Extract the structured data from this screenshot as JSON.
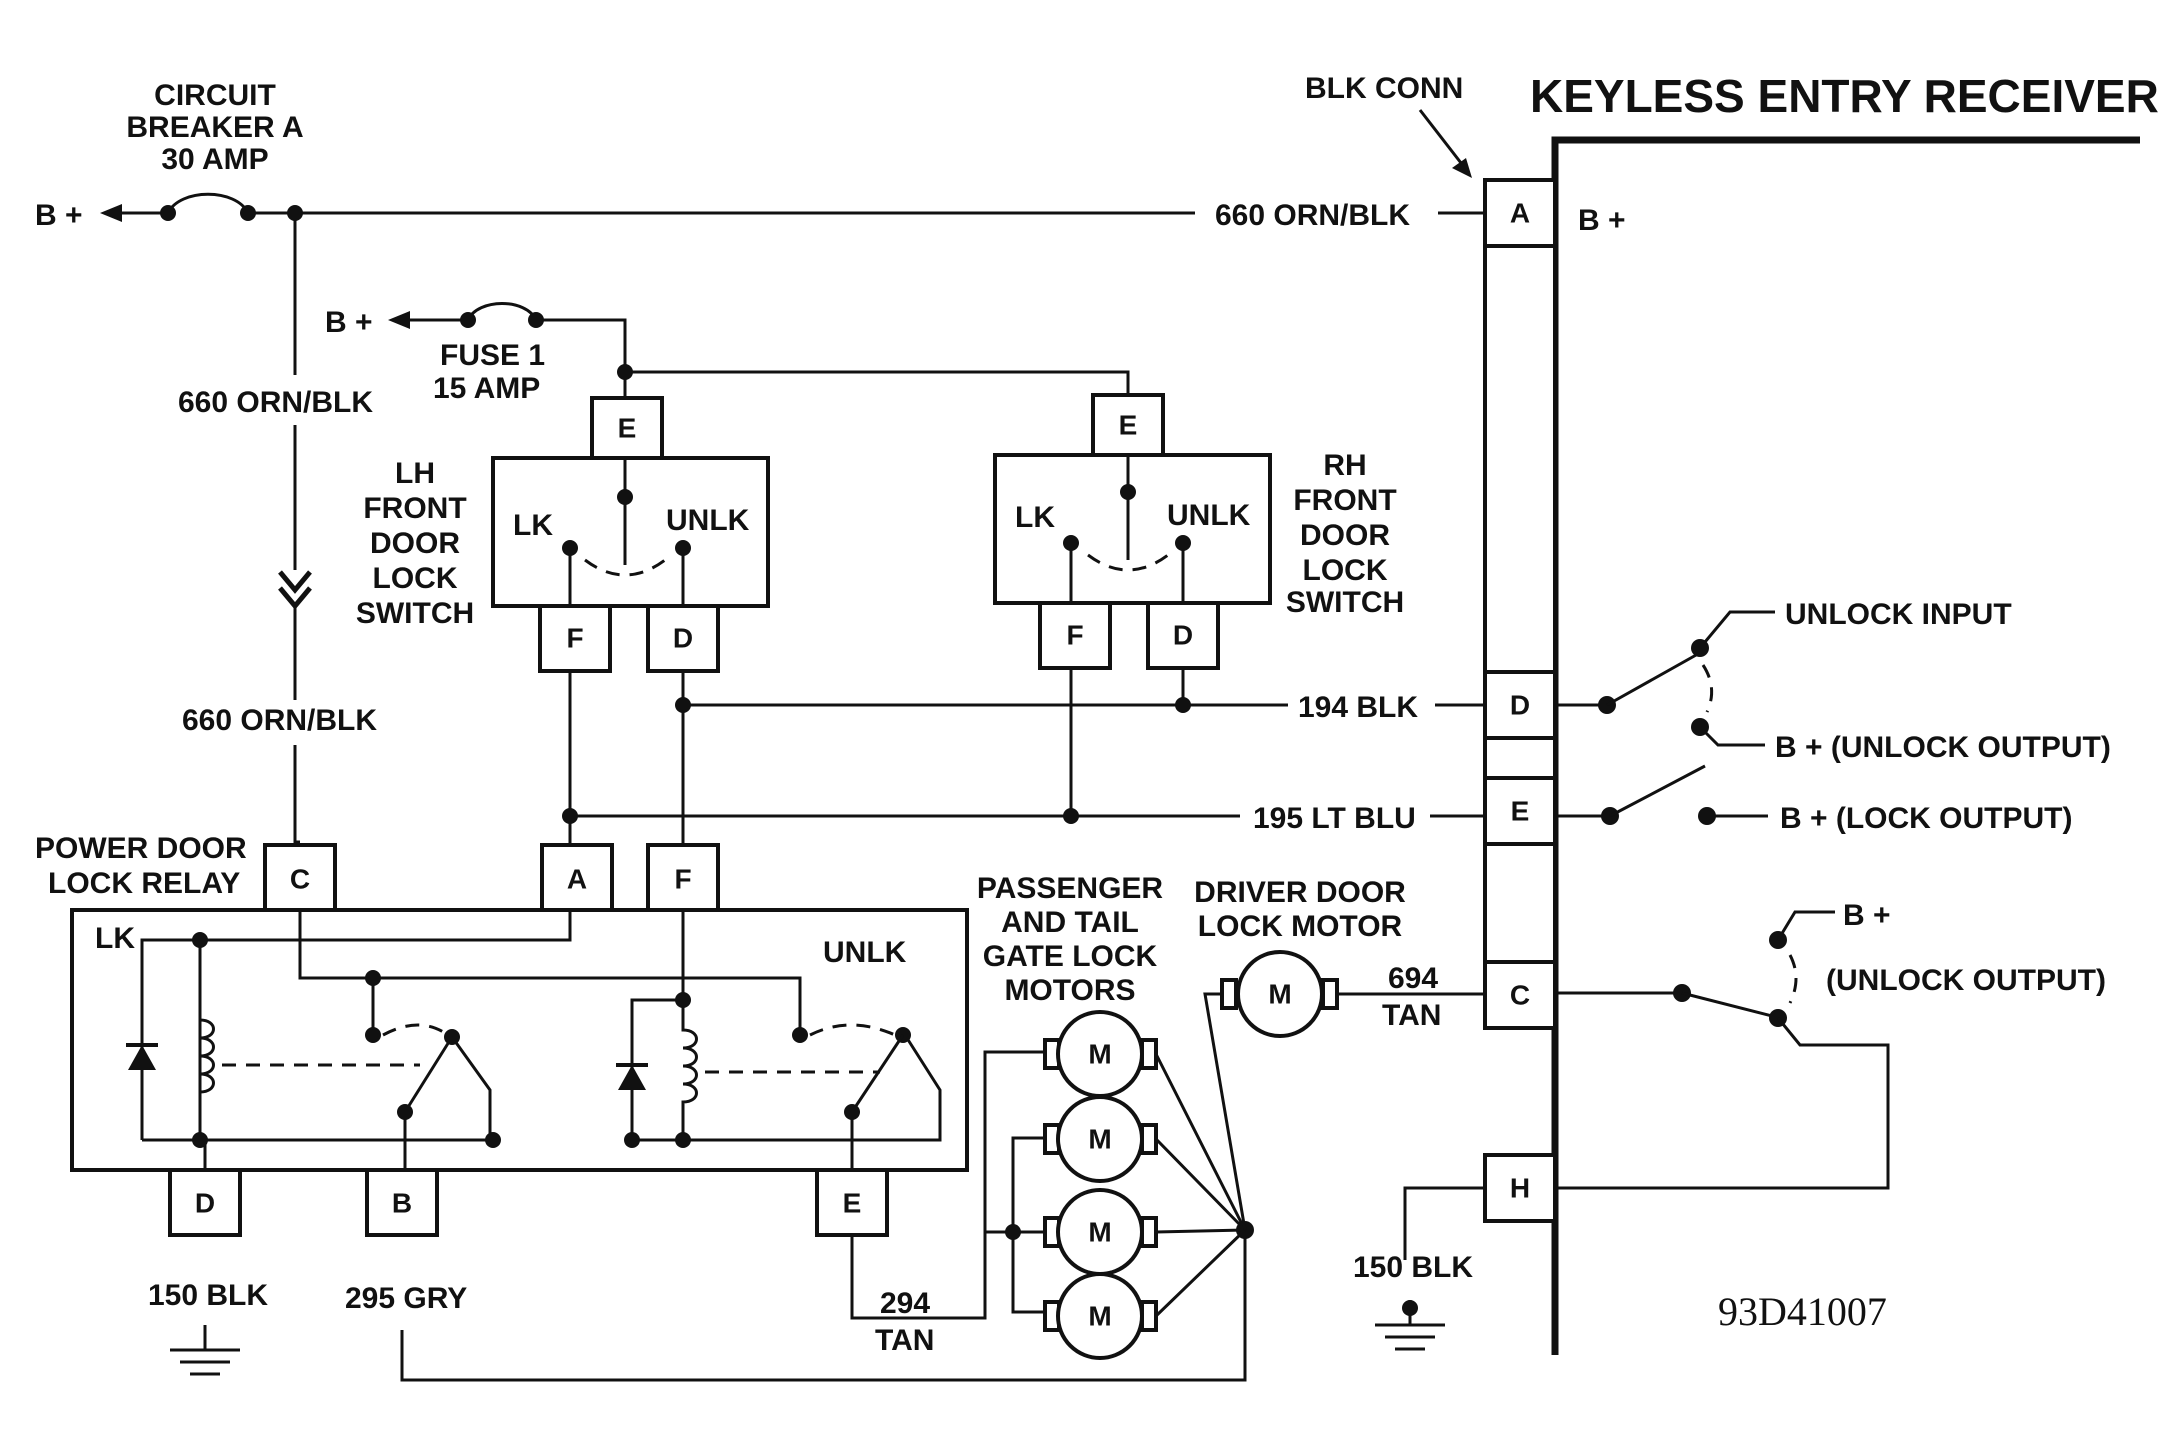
{
  "title": "KEYLESS ENTRY RECEIVER",
  "diagram_code": "93D41007",
  "labels": {
    "circuit_breaker_line1": "CIRCUIT",
    "circuit_breaker_line2": "BREAKER A",
    "circuit_breaker_line3": "30 AMP",
    "bplus_breaker": "B +",
    "bplus_fuse": "B +",
    "fuse_line1": "FUSE 1",
    "fuse_line2": "15 AMP",
    "wire_660_top": "660 ORN/BLK",
    "wire_660_left_upper": "660 ORN/BLK",
    "wire_660_left_lower": "660 ORN/BLK",
    "blk_conn": "BLK CONN",
    "receiver_bplus": "B +",
    "lh_switch": [
      "LH",
      "FRONT",
      "DOOR",
      "LOCK",
      "SWITCH"
    ],
    "rh_switch": [
      "RH",
      "FRONT",
      "DOOR",
      "LOCK",
      "SWITCH"
    ],
    "lk": "LK",
    "unlk": "UNLK",
    "wire_194": "194 BLK",
    "wire_195": "195 LT BLU",
    "unlock_input": "UNLOCK INPUT",
    "bplus_unlock_output": "B + (UNLOCK OUTPUT)",
    "bplus_lock_output": "B + (LOCK OUTPUT)",
    "bplus_c": "B +",
    "unlock_output_c": "(UNLOCK OUTPUT)",
    "relay_line1": "POWER DOOR",
    "relay_line2": "LOCK RELAY",
    "relay_lk": "LK",
    "relay_unlk": "UNLK",
    "passenger_motors": [
      "PASSENGER",
      "AND TAIL",
      "GATE LOCK",
      "MOTORS"
    ],
    "driver_motor": [
      "DRIVER DOOR",
      "LOCK MOTOR"
    ],
    "wire_694_num": "694",
    "wire_694_color": "TAN",
    "wire_294_num": "294",
    "wire_294_color": "TAN",
    "wire_150_left": "150 BLK",
    "wire_295": "295 GRY",
    "wire_150_right": "150 BLK",
    "motor_letter": "M"
  },
  "pins": {
    "recv_A": "A",
    "recv_D": "D",
    "recv_E": "E",
    "recv_C": "C",
    "recv_H": "H",
    "lh_E": "E",
    "lh_F": "F",
    "lh_D": "D",
    "rh_E": "E",
    "rh_F": "F",
    "rh_D": "D",
    "relay_C": "C",
    "relay_A": "A",
    "relay_F": "F",
    "relay_D": "D",
    "relay_B": "B",
    "relay_E": "E"
  }
}
